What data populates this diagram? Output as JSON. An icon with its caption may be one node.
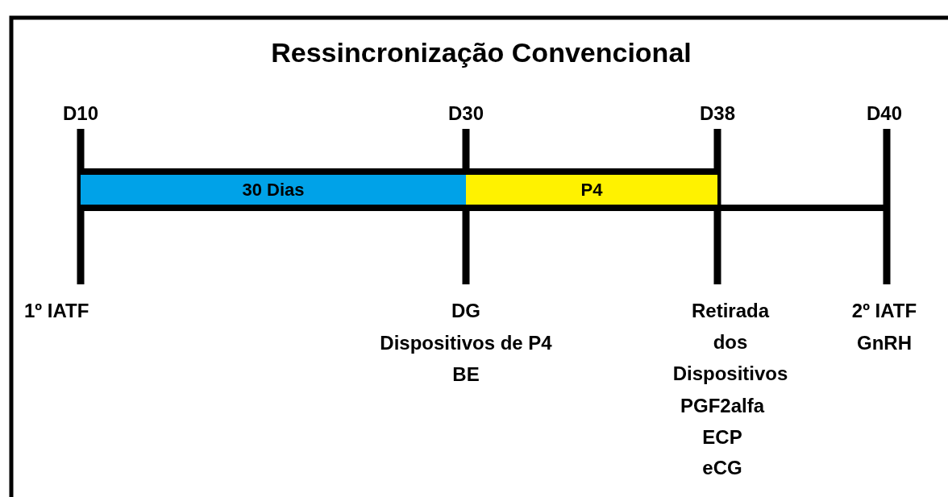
{
  "diagram": {
    "title": "Ressincronização Convencional",
    "nodes": [
      {
        "text": [
          "30 Dias"
        ]
      },
      {
        "text": [
          "P4"
        ]
      }
    ],
    "labels": [
      "D10",
      "D30",
      "D38",
      "D40",
      "1º IATF",
      "DG",
      "Dispositivos de P4",
      "BE",
      "Retirada dos Dispositivos",
      "PGF2alfa",
      "ECP",
      "eCG",
      "2º IATF",
      "GnRH"
    ]
  }
}
